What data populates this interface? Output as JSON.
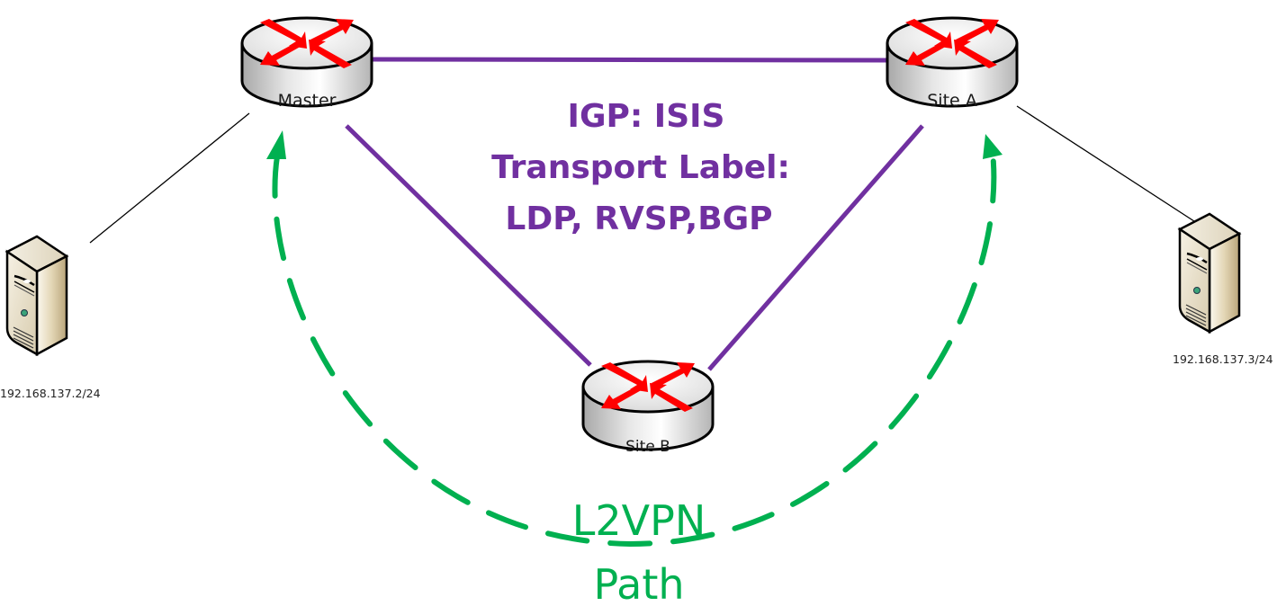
{
  "diagram": {
    "routers": [
      {
        "id": "master",
        "label": "Master"
      },
      {
        "id": "site-a",
        "label": "Site A"
      },
      {
        "id": "site-b",
        "label": "Site B"
      }
    ],
    "servers": [
      {
        "id": "server-left",
        "ip": "192.168.137.2/24",
        "connected_to": "master"
      },
      {
        "id": "server-right",
        "ip": "192.168.137.3/24",
        "connected_to": "site-a"
      }
    ],
    "links": [
      {
        "from": "master",
        "to": "site-a",
        "type": "core"
      },
      {
        "from": "master",
        "to": "site-b",
        "type": "core"
      },
      {
        "from": "site-a",
        "to": "site-b",
        "type": "core"
      }
    ],
    "protocol_label": {
      "lines": [
        "IGP: ISIS",
        "Transport Label:",
        "LDP, RVSP,BGP"
      ]
    },
    "l2vpn": {
      "lines": [
        "L2VPN",
        "Path"
      ],
      "from": "master",
      "to": "site-a",
      "style": "dashed"
    },
    "colors": {
      "core_link": "#7030a0",
      "l2vpn": "#00b050",
      "router_arrows": "#ff0000",
      "access_link": "#000000"
    }
  }
}
